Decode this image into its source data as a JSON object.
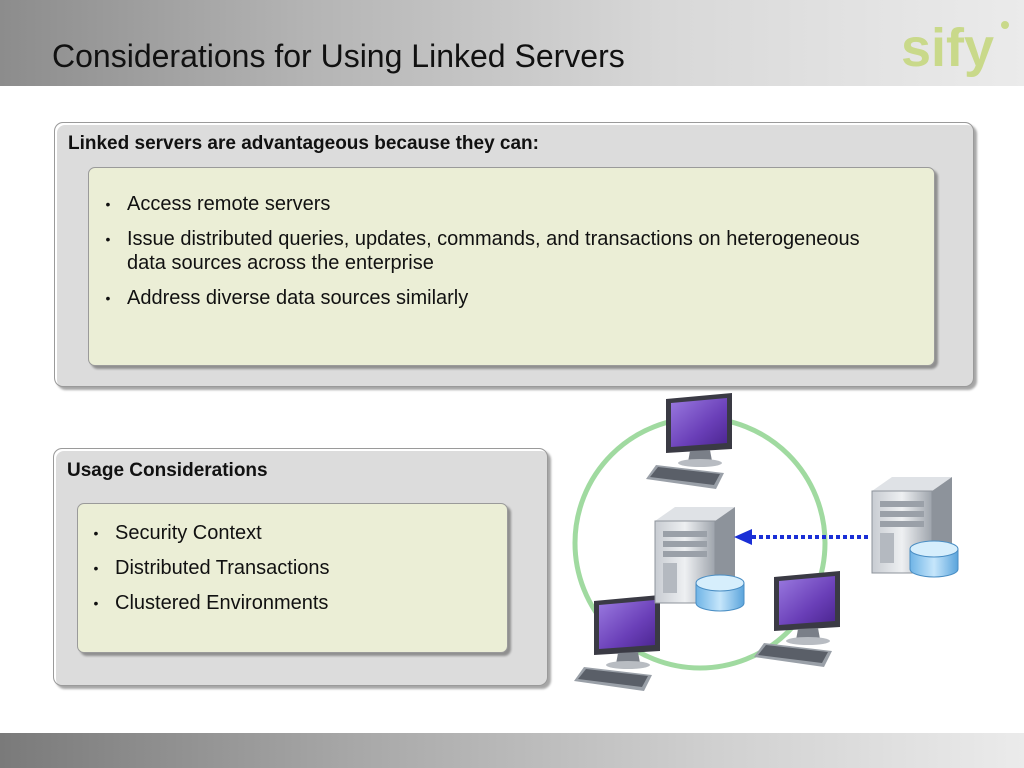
{
  "slide": {
    "title": "Considerations for Using Linked Servers",
    "logo_text": "sify"
  },
  "advantages": {
    "heading": "Linked servers are advantageous because they can:",
    "items": [
      {
        "label": "Access remote servers"
      },
      {
        "label": "Issue distributed queries, updates, commands, and transactions on heterogeneous data sources across the enterprise"
      },
      {
        "label": "Address diverse data sources similarly"
      }
    ]
  },
  "usage": {
    "heading": "Usage Considerations",
    "items": [
      {
        "label": "Security Context"
      },
      {
        "label": "Distributed Transactions"
      },
      {
        "label": "Clustered Environments"
      }
    ]
  },
  "diagram": {
    "icons": [
      "workstation-icon",
      "server-icon",
      "database-icon",
      "remote-server-icon",
      "dotted-arrow-icon"
    ],
    "colors": {
      "ring": "#8fd48f",
      "arrow": "#1a2fd6",
      "screen": "#6a3fb8",
      "database": "#8ec8ee"
    }
  },
  "colors": {
    "logo": "#c9d98a",
    "inner_box": "#ebeed6",
    "outer_box": "#dcdcdc"
  }
}
